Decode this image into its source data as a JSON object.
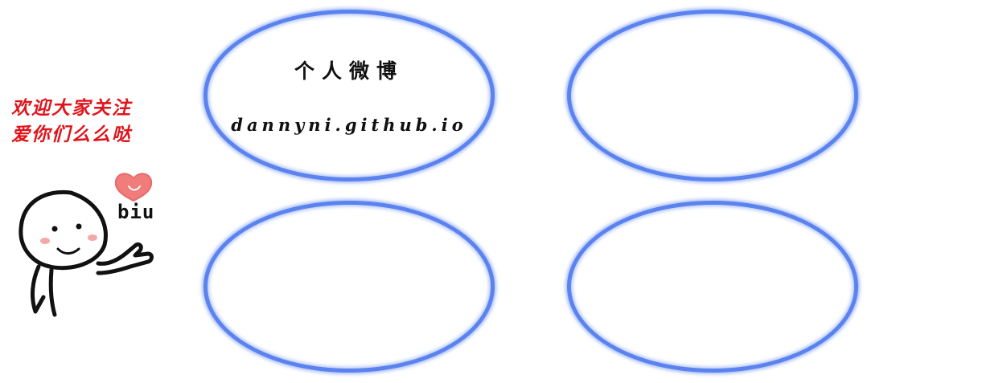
{
  "greeting": {
    "line1": "欢迎大家关注",
    "line2": "爱你们么么哒"
  },
  "sticker": {
    "caption": "biu",
    "icon": "heart-icon"
  },
  "cards": [
    {
      "title": "个人微博",
      "link": "dannyni.github.io"
    },
    {
      "title": "",
      "link": ""
    },
    {
      "title": "",
      "link": ""
    },
    {
      "title": "",
      "link": ""
    }
  ],
  "colors": {
    "greeting": "#e0141b",
    "ellipse_border": "#5b83ef",
    "heart": "#f07c7c",
    "cheek": "#f4a9a9"
  }
}
